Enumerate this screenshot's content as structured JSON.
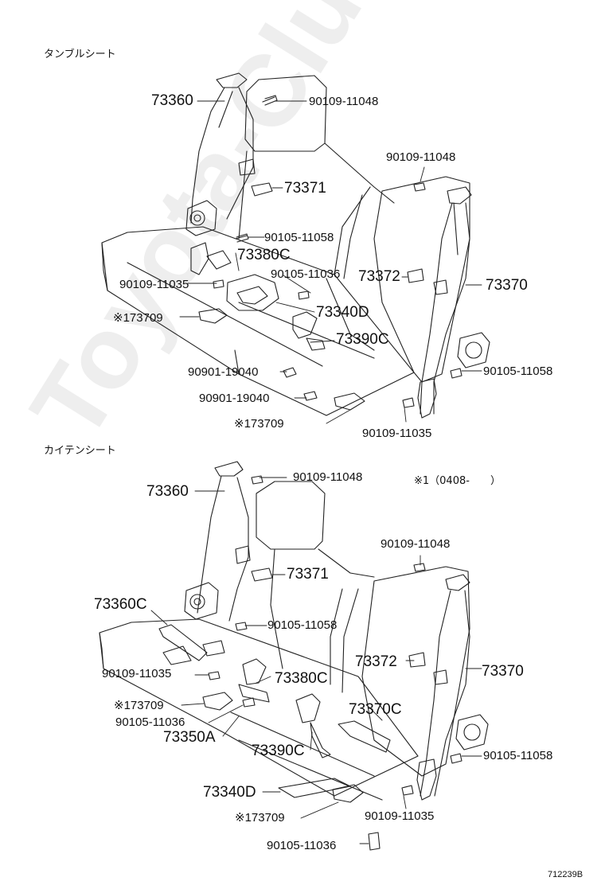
{
  "watermark": "Toyota-Club.ru",
  "sections": [
    {
      "title": "タンブルシート"
    },
    {
      "title": "カイテンシート"
    }
  ],
  "note": "※1（0408-　　）",
  "figure_id": "712239B",
  "colors": {
    "line": "#222222",
    "watermark": "#eeeeee"
  },
  "labels": [
    {
      "text": "73360",
      "size": "big"
    },
    {
      "text": "90109-11048",
      "size": "med"
    },
    {
      "text": "73371",
      "size": "big"
    },
    {
      "text": "90105-11058",
      "size": "med"
    },
    {
      "text": "73380C",
      "size": "big"
    },
    {
      "text": "90105-11036",
      "size": "med"
    },
    {
      "text": "90109-11035",
      "size": "med"
    },
    {
      "text": "73340D",
      "size": "big"
    },
    {
      "text": "※173709",
      "size": "med"
    },
    {
      "text": "73390C",
      "size": "big"
    },
    {
      "text": "90901-19040",
      "size": "med"
    },
    {
      "text": "90901-19040",
      "size": "med"
    },
    {
      "text": "※173709",
      "size": "med"
    },
    {
      "text": "90109-11048",
      "size": "med"
    },
    {
      "text": "73372",
      "size": "big"
    },
    {
      "text": "73370",
      "size": "big"
    },
    {
      "text": "90105-11058",
      "size": "med"
    },
    {
      "text": "90109-11035",
      "size": "med"
    },
    {
      "text": "73360",
      "size": "big"
    },
    {
      "text": "90109-11048",
      "size": "med"
    },
    {
      "text": "73371",
      "size": "big"
    },
    {
      "text": "73360C",
      "size": "big"
    },
    {
      "text": "90105-11058",
      "size": "med"
    },
    {
      "text": "90109-11035",
      "size": "med"
    },
    {
      "text": "73380C",
      "size": "big"
    },
    {
      "text": "※173709",
      "size": "med"
    },
    {
      "text": "90105-11036",
      "size": "med"
    },
    {
      "text": "73350A",
      "size": "big"
    },
    {
      "text": "73390C",
      "size": "big"
    },
    {
      "text": "73340D",
      "size": "big"
    },
    {
      "text": "※173709",
      "size": "med"
    },
    {
      "text": "90105-11036",
      "size": "med"
    },
    {
      "text": "90109-11048",
      "size": "med"
    },
    {
      "text": "73372",
      "size": "big"
    },
    {
      "text": "73370",
      "size": "big"
    },
    {
      "text": "73370C",
      "size": "big"
    },
    {
      "text": "90105-11058",
      "size": "med"
    },
    {
      "text": "90109-11035",
      "size": "med"
    }
  ]
}
